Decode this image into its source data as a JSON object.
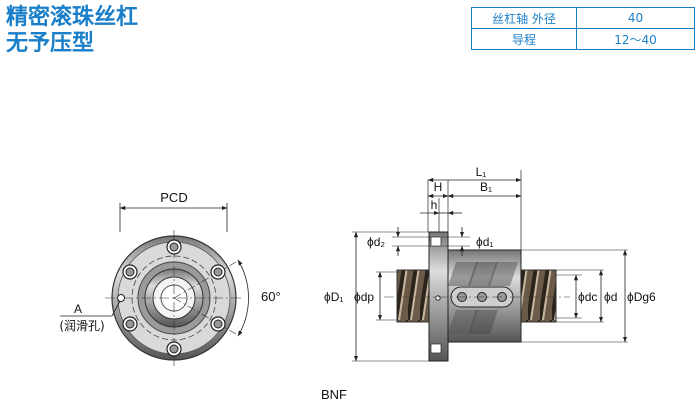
{
  "title": {
    "line1": "精密滚珠丝杠",
    "line2": "无予压型"
  },
  "spec_table": [
    {
      "key": "丝杠轴 外径",
      "value": "40"
    },
    {
      "key": "导程",
      "value": "12～40"
    }
  ],
  "front_view": {
    "pcd": "PCD",
    "hole_letter": "A",
    "hole_note": "(润滑孔)",
    "angle": "60°"
  },
  "side_view": {
    "L1": "L₁",
    "H": "H",
    "B1": "B₁",
    "h": "h",
    "d2": "ϕd₂",
    "d1": "ϕd₁",
    "D1": "ϕD₁",
    "dp": "ϕdp",
    "dc": "ϕdc",
    "d": "ϕd",
    "Dg6": "ϕDg6"
  },
  "model": "BNF"
}
